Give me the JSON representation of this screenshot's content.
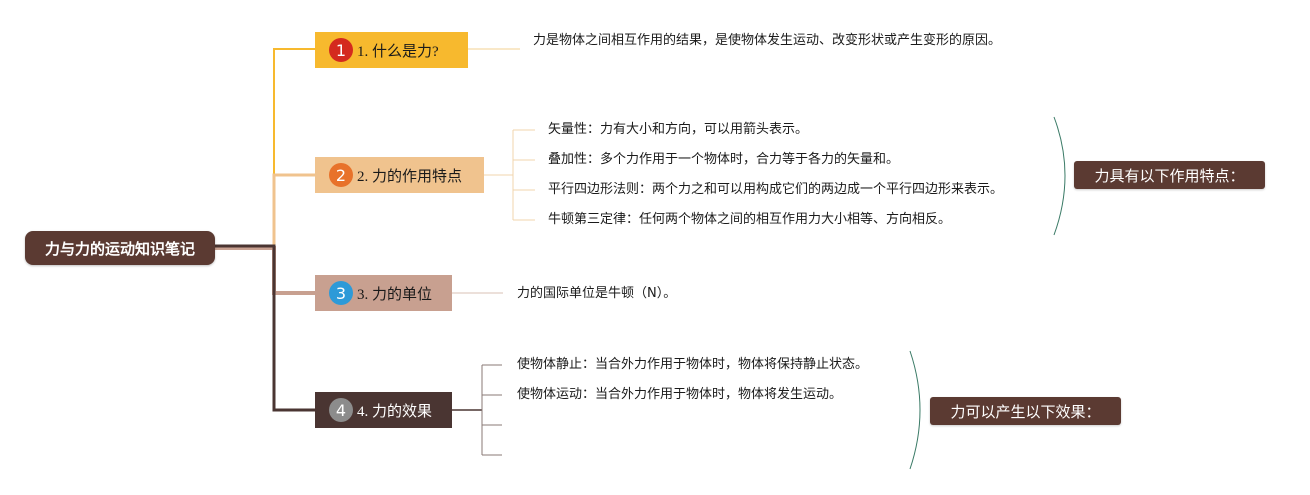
{
  "root": {
    "label": "力与力的运动知识笔记"
  },
  "branches": [
    {
      "number": "1",
      "label": "1. 什么是力?",
      "color": "#f7b92e",
      "badge_color": "#d42a1e",
      "leaves": [
        "力是物体之间相互作用的结果，是使物体发生运动、改变形状或产生变形的原因。"
      ]
    },
    {
      "number": "2",
      "label": "2. 力的作用特点",
      "color": "#f0c38e",
      "badge_color": "#e8722a",
      "leaves": [
        "矢量性：力有大小和方向，可以用箭头表示。",
        "叠加性：多个力作用于一个物体时，合力等于各力的矢量和。",
        "平行四边形法则：两个力之和可以用构成它们的两边成一个平行四边形来表示。",
        "牛顿第三定律：任何两个物体之间的相互作用力大小相等、方向相反。"
      ],
      "summary": "力具有以下作用特点："
    },
    {
      "number": "3",
      "label": "3. 力的单位",
      "color": "#c8a090",
      "badge_color": "#2d9ad8",
      "leaves": [
        "力的国际单位是牛顿（N）。"
      ]
    },
    {
      "number": "4",
      "label": "4. 力的效果",
      "color": "#4a3532",
      "badge_color": "#8c8c8c",
      "leaves": [
        "使物体静止：当合外力作用于物体时，物体将保持静止状态。",
        "使物体运动：当合外力作用于物体时，物体将发生运动。",
        "",
        ""
      ],
      "summary": "力可以产生以下效果："
    }
  ]
}
